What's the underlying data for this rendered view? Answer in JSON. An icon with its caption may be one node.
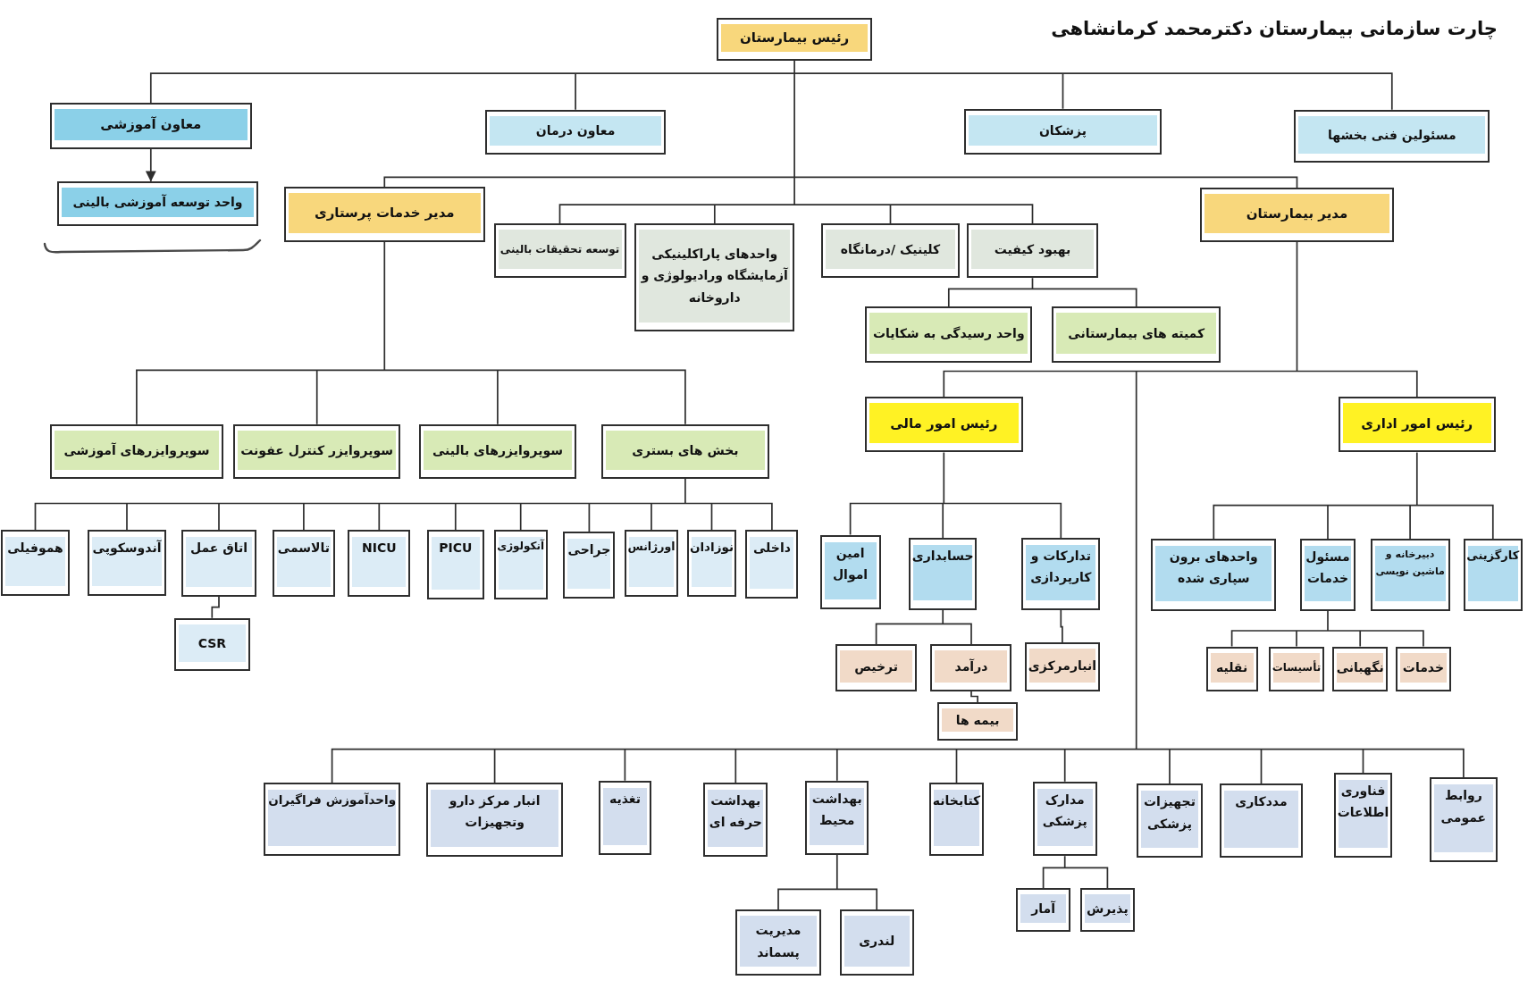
{
  "diagram": {
    "title": "چارت سازمانی بیمارستان دکترمحمد کرمانشاهی",
    "nodes": [
      {
        "text": [
          "رئیس بیمارستان"
        ]
      },
      {
        "text": [
          "مسئولین فنی بخشها"
        ]
      },
      {
        "text": [
          "پزشکان"
        ]
      },
      {
        "text": [
          "معاون درمان"
        ]
      },
      {
        "text": [
          "معاون آموزشی"
        ]
      },
      {
        "text": [
          "مدیر بیمارستان"
        ]
      },
      {
        "text": [
          "مدیر خدمات پرستاری"
        ]
      },
      {
        "text": [
          "واحد توسعه آموزشی بالینی"
        ]
      },
      {
        "text": [
          "بهبود کیفیت"
        ]
      },
      {
        "text": [
          "کلینیک /درمانگاه"
        ]
      },
      {
        "text": [
          "واحدهای پاراکلینیکی آزمایشگاه ورادیولوژی و داروخانه"
        ]
      },
      {
        "text": [
          "توسعه تحقیقات بالینی"
        ]
      },
      {
        "text": [
          "کمیته های بیمارستانی"
        ]
      },
      {
        "text": [
          "واحد رسیدگی به شکایات"
        ]
      },
      {
        "text": [
          "رئیس امور اداری"
        ]
      },
      {
        "text": [
          "رئیس امور مالی"
        ]
      },
      {
        "text": [
          "بخش های بستری"
        ]
      },
      {
        "text": [
          "سوپروایزرهای بالینی"
        ]
      },
      {
        "text": [
          "سوپروایزر کنترل عفونت"
        ]
      },
      {
        "text": [
          "سوپروایزرهای آموزشی"
        ]
      },
      {
        "text": [
          "کارگزینی"
        ]
      },
      {
        "text": [
          "دبیرخانه و ماشین نویسی"
        ]
      },
      {
        "text": [
          "مسئول خدمات"
        ]
      },
      {
        "text": [
          "واحدهای برون سپاری شده"
        ]
      },
      {
        "text": [
          "تدارکات و کارپردازی"
        ]
      },
      {
        "text": [
          "حسابداری"
        ]
      },
      {
        "text": [
          "امین اموال"
        ]
      },
      {
        "text": [
          "داخلی"
        ]
      },
      {
        "text": [
          "نوزادان"
        ]
      },
      {
        "text": [
          "اورژانس"
        ]
      },
      {
        "text": [
          "جراحی"
        ]
      },
      {
        "text": [
          "آنکولوژی"
        ]
      },
      {
        "text": [
          "PICU"
        ]
      },
      {
        "text": [
          "NICU"
        ]
      },
      {
        "text": [
          "تالاسمی"
        ]
      },
      {
        "text": [
          "اتاق عمل"
        ]
      },
      {
        "text": [
          "آندوسکوپی"
        ]
      },
      {
        "text": [
          "هموفیلی"
        ]
      },
      {
        "text": [
          "خدمات"
        ]
      },
      {
        "text": [
          "نگهبانی"
        ]
      },
      {
        "text": [
          "تأسیسات"
        ]
      },
      {
        "text": [
          "نقلیه"
        ]
      },
      {
        "text": [
          "انبارمرکزی"
        ]
      },
      {
        "text": [
          "درآمد"
        ]
      },
      {
        "text": [
          "ترخیص"
        ]
      },
      {
        "text": [
          "CSR"
        ]
      },
      {
        "text": [
          "بیمه ها"
        ]
      },
      {
        "text": [
          "روابط عمومی"
        ]
      },
      {
        "text": [
          "فناوری اطلاعات"
        ]
      },
      {
        "text": [
          "مددکاری"
        ]
      },
      {
        "text": [
          "تجهیزات پزشکی"
        ]
      },
      {
        "text": [
          "مدارک پزشکی"
        ]
      },
      {
        "text": [
          "کتابخانه"
        ]
      },
      {
        "text": [
          "بهداشت محیط"
        ]
      },
      {
        "text": [
          "بهداشت حرفه ای"
        ]
      },
      {
        "text": [
          "تغذیه"
        ]
      },
      {
        "text": [
          "انبار مرکز دارو وتجهیزات"
        ]
      },
      {
        "text": [
          "واحدآموزش فراگیران"
        ]
      },
      {
        "text": [
          "پذیرش"
        ]
      },
      {
        "text": [
          "آمار"
        ]
      },
      {
        "text": [
          "لندری"
        ]
      },
      {
        "text": [
          "مدیریت پسماند"
        ]
      }
    ],
    "edges": [
      {
        "from": 0,
        "to": 1,
        "arrow": "none"
      },
      {
        "from": 0,
        "to": 2,
        "arrow": "none"
      },
      {
        "from": 0,
        "to": 3,
        "arrow": "none"
      },
      {
        "from": 0,
        "to": 4,
        "arrow": "none"
      },
      {
        "from": 4,
        "to": 7,
        "arrow": "to"
      },
      {
        "from": 0,
        "to": 5,
        "arrow": "none"
      },
      {
        "from": 0,
        "to": 6,
        "arrow": "none"
      },
      {
        "from": 0,
        "to": 8,
        "arrow": "none"
      },
      {
        "from": 0,
        "to": 9,
        "arrow": "none"
      },
      {
        "from": 0,
        "to": 10,
        "arrow": "none"
      },
      {
        "from": 0,
        "to": 11,
        "arrow": "none"
      },
      {
        "from": 8,
        "to": 12,
        "arrow": "none"
      },
      {
        "from": 8,
        "to": 13,
        "arrow": "none"
      },
      {
        "from": 5,
        "to": 14,
        "arrow": "none"
      },
      {
        "from": 5,
        "to": 15,
        "arrow": "none"
      },
      {
        "from": 6,
        "to": 16,
        "arrow": "none"
      },
      {
        "from": 6,
        "to": 17,
        "arrow": "none"
      },
      {
        "from": 6,
        "to": 18,
        "arrow": "none"
      },
      {
        "from": 6,
        "to": 19,
        "arrow": "none"
      },
      {
        "from": 14,
        "to": 20,
        "arrow": "none"
      },
      {
        "from": 14,
        "to": 21,
        "arrow": "none"
      },
      {
        "from": 14,
        "to": 22,
        "arrow": "none"
      },
      {
        "from": 14,
        "to": 23,
        "arrow": "none"
      },
      {
        "from": 15,
        "to": 24,
        "arrow": "none"
      },
      {
        "from": 15,
        "to": 25,
        "arrow": "none"
      },
      {
        "from": 15,
        "to": 26,
        "arrow": "none"
      },
      {
        "from": 16,
        "to": 27,
        "arrow": "none"
      },
      {
        "from": 16,
        "to": 28,
        "arrow": "none"
      },
      {
        "from": 16,
        "to": 29,
        "arrow": "none"
      },
      {
        "from": 16,
        "to": 30,
        "arrow": "none"
      },
      {
        "from": 16,
        "to": 31,
        "arrow": "none"
      },
      {
        "from": 16,
        "to": 32,
        "arrow": "none"
      },
      {
        "from": 16,
        "to": 33,
        "arrow": "none"
      },
      {
        "from": 16,
        "to": 34,
        "arrow": "none"
      },
      {
        "from": 16,
        "to": 35,
        "arrow": "none"
      },
      {
        "from": 16,
        "to": 36,
        "arrow": "none"
      },
      {
        "from": 16,
        "to": 37,
        "arrow": "none"
      },
      {
        "from": 22,
        "to": 38,
        "arrow": "none"
      },
      {
        "from": 22,
        "to": 39,
        "arrow": "none"
      },
      {
        "from": 22,
        "to": 40,
        "arrow": "none"
      },
      {
        "from": 22,
        "to": 41,
        "arrow": "none"
      },
      {
        "from": 24,
        "to": 42,
        "arrow": "none"
      },
      {
        "from": 25,
        "to": 43,
        "arrow": "none"
      },
      {
        "from": 25,
        "to": 44,
        "arrow": "none"
      },
      {
        "from": 35,
        "to": 45,
        "arrow": "none"
      },
      {
        "from": 43,
        "to": 46,
        "arrow": "none"
      },
      {
        "from": 5,
        "to": 47,
        "arrow": "none"
      },
      {
        "from": 5,
        "to": 48,
        "arrow": "none"
      },
      {
        "from": 5,
        "to": 49,
        "arrow": "none"
      },
      {
        "from": 5,
        "to": 50,
        "arrow": "none"
      },
      {
        "from": 5,
        "to": 51,
        "arrow": "none"
      },
      {
        "from": 5,
        "to": 52,
        "arrow": "none"
      },
      {
        "from": 5,
        "to": 53,
        "arrow": "none"
      },
      {
        "from": 5,
        "to": 54,
        "arrow": "none"
      },
      {
        "from": 5,
        "to": 55,
        "arrow": "none"
      },
      {
        "from": 5,
        "to": 56,
        "arrow": "none"
      },
      {
        "from": 5,
        "to": 57,
        "arrow": "none"
      },
      {
        "from": 51,
        "to": 58,
        "arrow": "none"
      },
      {
        "from": 51,
        "to": 59,
        "arrow": "none"
      },
      {
        "from": 53,
        "to": 60,
        "arrow": "none"
      },
      {
        "from": 53,
        "to": 61,
        "arrow": "none"
      }
    ]
  }
}
